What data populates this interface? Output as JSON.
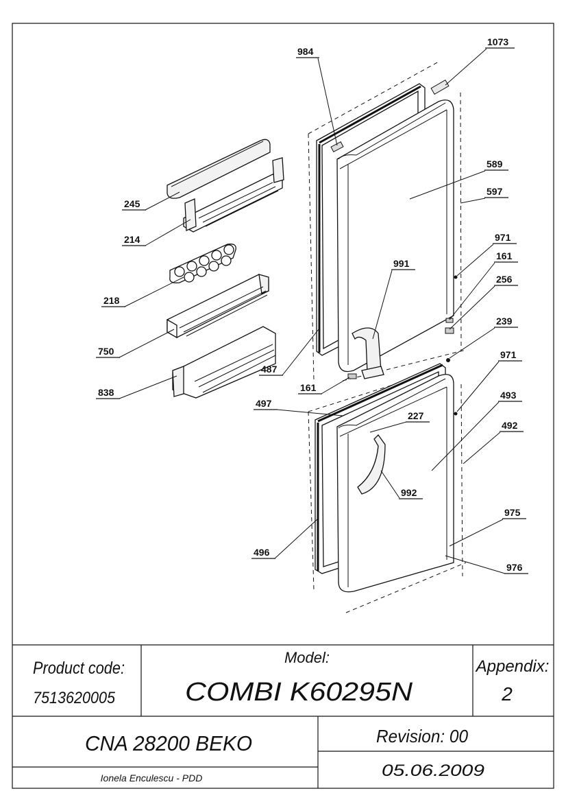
{
  "callouts": [
    {
      "id": "984",
      "label": "984"
    },
    {
      "id": "1073",
      "label": "1073"
    },
    {
      "id": "589",
      "label": "589"
    },
    {
      "id": "597",
      "label": "597"
    },
    {
      "id": "971a",
      "label": "971"
    },
    {
      "id": "161a",
      "label": "161"
    },
    {
      "id": "991",
      "label": "991"
    },
    {
      "id": "256",
      "label": "256"
    },
    {
      "id": "239",
      "label": "239"
    },
    {
      "id": "971b",
      "label": "971"
    },
    {
      "id": "245",
      "label": "245"
    },
    {
      "id": "214",
      "label": "214"
    },
    {
      "id": "218",
      "label": "218"
    },
    {
      "id": "750",
      "label": "750"
    },
    {
      "id": "838",
      "label": "838"
    },
    {
      "id": "487",
      "label": "487"
    },
    {
      "id": "161b",
      "label": "161"
    },
    {
      "id": "497",
      "label": "497"
    },
    {
      "id": "227",
      "label": "227"
    },
    {
      "id": "493",
      "label": "493"
    },
    {
      "id": "492",
      "label": "492"
    },
    {
      "id": "992",
      "label": "992"
    },
    {
      "id": "975",
      "label": "975"
    },
    {
      "id": "976",
      "label": "976"
    },
    {
      "id": "496",
      "label": "496"
    }
  ],
  "title_block": {
    "product_code_label": "Product code:",
    "product_code_value": "7513620005",
    "model_label": "Model:",
    "model_value": "COMBI K60295N",
    "appendix_label": "Appendix:",
    "appendix_value": "2",
    "cna": "CNA 28200 BEKO",
    "revision": "Revision: 00",
    "author": "Ionela Enculescu - PDD",
    "date": "05.06.2009"
  }
}
